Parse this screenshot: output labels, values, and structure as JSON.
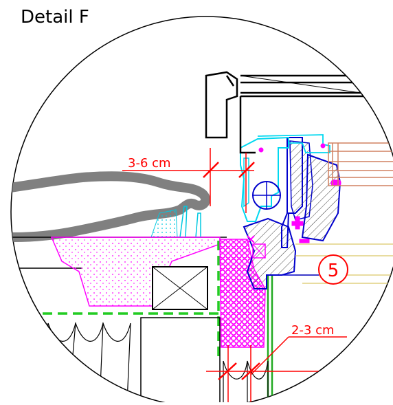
{
  "title": "Detail F",
  "dimensions": {
    "top_gap": "3-6 cm",
    "bottom_gap": "2-3 cm"
  },
  "callout": {
    "number": "5"
  },
  "colors": {
    "outline": "#000000",
    "window_frame": "#00e5ff",
    "sash": "#0000cc",
    "insulation": "#ff00ff",
    "membrane": "#22cc22",
    "dimension": "#ff0000",
    "roof_tile": "#808080",
    "glazing": "#d08060",
    "interior_line": "#e0d080"
  }
}
